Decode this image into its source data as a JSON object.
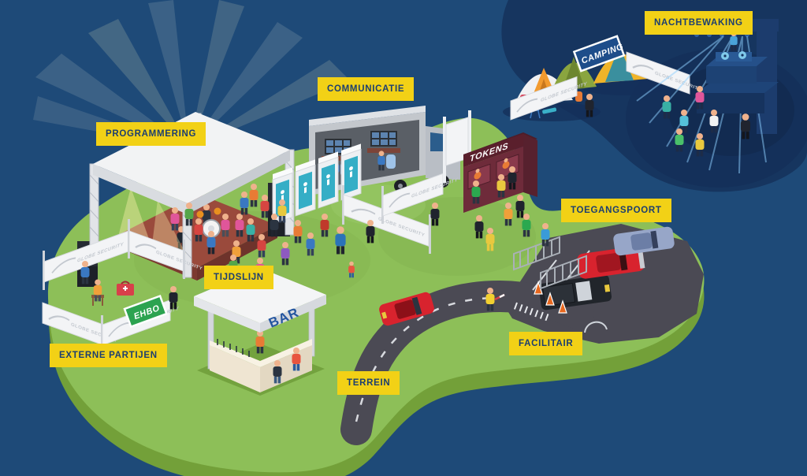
{
  "title": "Festival terrain overview illustration",
  "colors": {
    "background": "#1e4a78",
    "night_area": "#16355f",
    "night_area_inner": "#14305a",
    "terrain_top": "#8dbf58",
    "terrain_side": "#73a039",
    "road": "#4b4a54",
    "label_bg": "#f2d116",
    "label_text": "#1c3e70",
    "tokens_booth": "#6e2b3a",
    "ehbo_green": "#2ca350",
    "camping_sign_blue": "#1e4d8a"
  },
  "labels": {
    "programmering": "PROGRAMMERING",
    "communicatie": "COMMUNICATIE",
    "nachtbewaking": "NACHTBEWAKING",
    "toegangspoort": "TOEGANGSPOORT",
    "tijdslijn": "TIJDSLIJN",
    "externe_partijen": "EXTERNE PARTIJEN",
    "facilitair": "FACILITAIR",
    "terrein": "TERREIN"
  },
  "scene": {
    "camping_sign": "CAMPING",
    "tokens_sign": "TOKENS",
    "bar_sign": "BAR",
    "ehbo_sign": "EHBO",
    "fence_brand": "GLOBE SECURITY"
  }
}
